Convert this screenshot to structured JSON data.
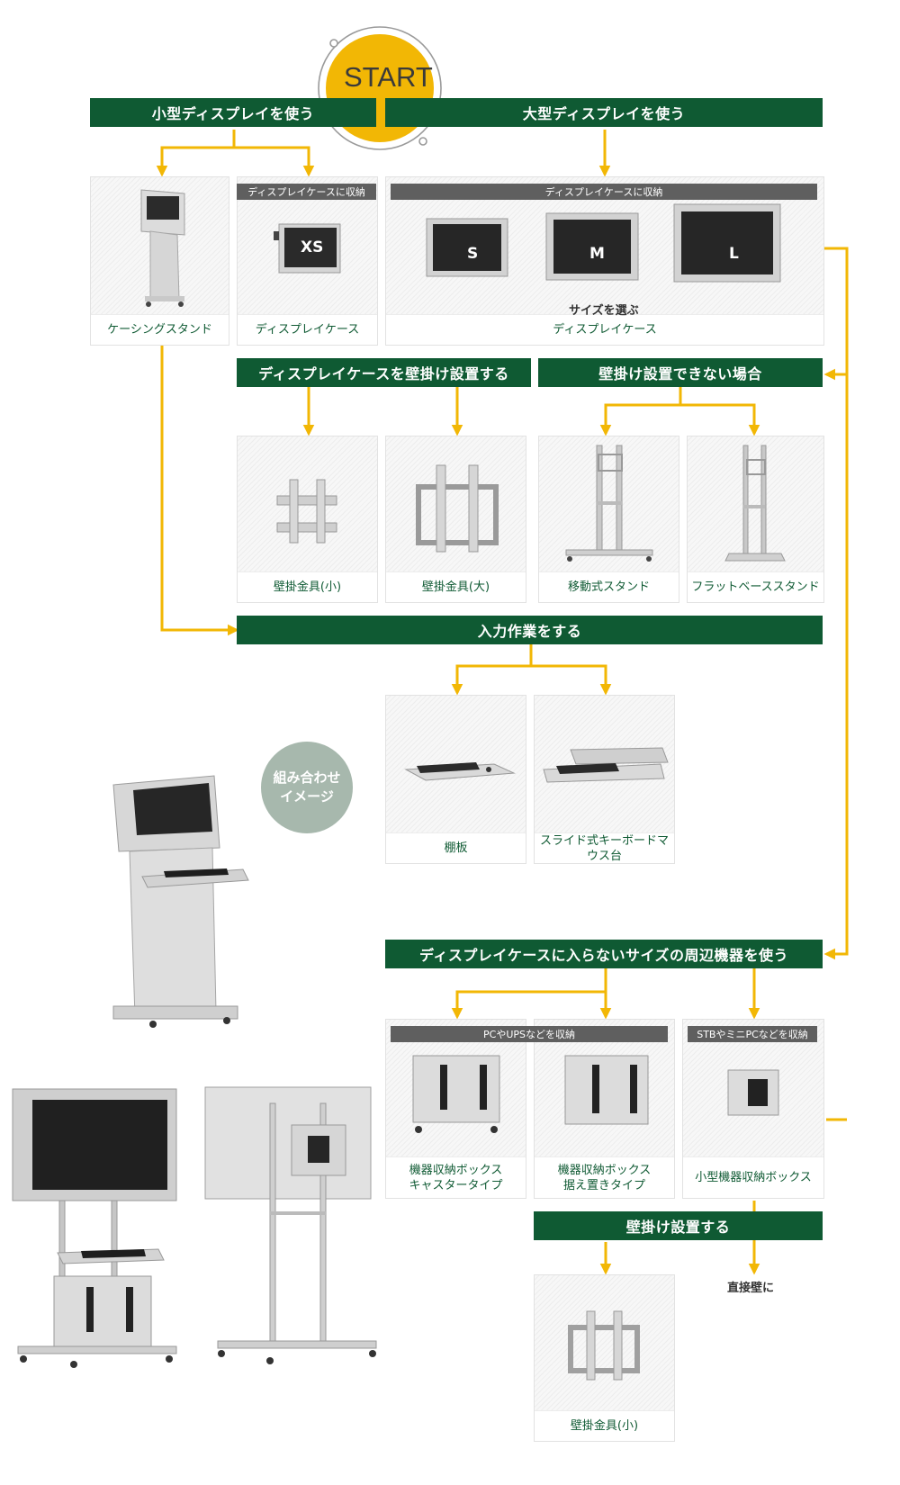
{
  "start_label": "START",
  "bars": {
    "small_display": "小型ディスプレイを使う",
    "large_display": "大型ディスプレイを使う",
    "wall_mount_case": "ディスプレイケースを壁掛け設置する",
    "cannot_wall_mount": "壁掛け設置できない場合",
    "input_work": "入力作業をする",
    "peripherals": "ディスプレイケースに入らないサイズの周辺機器を使う",
    "wall_mount": "壁掛け設置する"
  },
  "tags": {
    "case_small": "ディスプレイケースに収納",
    "case_large": "ディスプレイケースに収納",
    "pc_ups": "PCやUPSなどを収納",
    "stb_mini": "STBやミニPCなどを収納"
  },
  "size_chips": {
    "xs": "XS",
    "s": "S",
    "m": "M",
    "l": "L"
  },
  "choose_size": "サイズを選ぶ",
  "cards": {
    "casing_stand": "ケーシングスタンド",
    "display_case_small": "ディスプレイケース",
    "display_case_large": "ディスプレイケース",
    "wall_bracket_small": "壁掛金具(小)",
    "wall_bracket_large": "壁掛金具(大)",
    "mobile_stand": "移動式スタンド",
    "flat_base_stand": "フラットベーススタンド",
    "shelf": "棚板",
    "slide_keyboard": "スライド式キーボードマウス台",
    "box_caster_1": "機器収納ボックス",
    "box_caster_2": "キャスタータイプ",
    "box_fixed_1": "機器収納ボックス",
    "box_fixed_2": "据え置きタイプ",
    "small_box": "小型機器収納ボックス",
    "wall_bracket_small_2": "壁掛金具(小)"
  },
  "direct_wall": "直接壁に",
  "combo_badge_1": "組み合わせ",
  "combo_badge_2": "イメージ",
  "colors": {
    "green": "#0f5a33",
    "yellow": "#f2b705",
    "gray_tag": "#5f5f5f",
    "badge": "#a7b8ad"
  }
}
